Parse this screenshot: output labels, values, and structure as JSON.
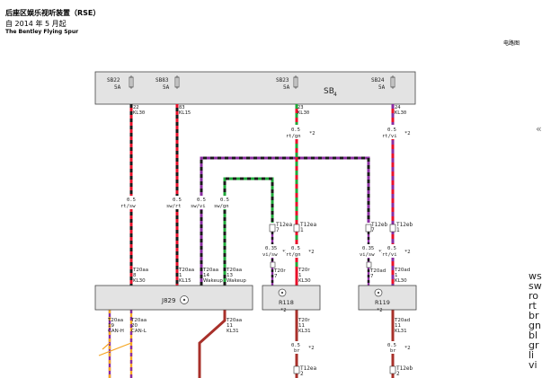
{
  "header": {
    "title": "后座区娱乐视听装置（RSE）",
    "subtitle": "自 2014 年 5 月起",
    "model": "The Bentley Flying Spur",
    "right_label": "电路图"
  },
  "fuse_box": {
    "label": "SB",
    "sub": "4",
    "fuses": [
      {
        "id": "SB22",
        "amp": "5A",
        "pin": "22",
        "term": "KL30"
      },
      {
        "id": "SB83",
        "amp": "5A",
        "pin": "83",
        "term": "KL15"
      },
      {
        "id": "SB23",
        "amp": "5A",
        "pin": "23",
        "term": "KL30"
      },
      {
        "id": "SB24",
        "amp": "5A",
        "pin": "24",
        "term": "KL30"
      }
    ]
  },
  "wire_labels": {
    "w1": {
      "size": "0.5",
      "color": "rt/sw"
    },
    "w2": {
      "size": "0.5",
      "color": "sw/rt"
    },
    "w3": {
      "size": "0.5",
      "color": "sw/vi"
    },
    "w4": {
      "size": "0.5",
      "color": "sw/gn"
    },
    "w5": {
      "size": "0.5",
      "color": "rt/gn",
      "note": "*2"
    },
    "w6": {
      "size": "0.5",
      "color": "rt/vi",
      "note": "*2"
    },
    "w7": {
      "size": "0.35",
      "color": "vi/sw",
      "note": "*2"
    },
    "w8": {
      "size": "0.5",
      "color": "rt/gn",
      "note": "*2"
    },
    "w9": {
      "size": "0.35",
      "color": "vi/sw",
      "note": "*2"
    },
    "w10": {
      "size": "0.5",
      "color": "rt/vi",
      "note": "*2"
    },
    "w11": {
      "size": "0.5",
      "color": "br",
      "note": "*2"
    },
    "w12": {
      "size": "0.5",
      "color": "br",
      "note": "*2"
    }
  },
  "connectors": {
    "c_t12ea7": {
      "id": "T12ea",
      "pin": "7"
    },
    "c_t12ea1": {
      "id": "T12ea",
      "pin": "1"
    },
    "c_t12eb7": {
      "id": "T12eb",
      "pin": "7"
    },
    "c_t12eb1": {
      "id": "T12eb",
      "pin": "1"
    },
    "c_t12ea2": {
      "id": "T12ea",
      "pin": "2"
    },
    "c_t12eb2": {
      "id": "T12eb",
      "pin": "2"
    }
  },
  "modules": {
    "j829": {
      "label": "J829",
      "top_pins": [
        {
          "conn": "T20aa",
          "pin": "8",
          "term": "KL30"
        },
        {
          "conn": "T20aa",
          "pin": "1",
          "term": "KL15"
        },
        {
          "conn": "T20aa",
          "pin": "14",
          "term": "Wakeup"
        },
        {
          "conn": "T20aa",
          "pin": "13",
          "term": "Wakeup"
        }
      ],
      "bottom_pins": [
        {
          "conn": "T20aa",
          "pin": "19",
          "term": "CAN-H"
        },
        {
          "conn": "T20aa",
          "pin": "20",
          "term": "CAN-L"
        },
        {
          "conn": "T20aa",
          "pin": "11",
          "term": "KL31"
        }
      ]
    },
    "r118": {
      "label": "R118",
      "note": "*2",
      "top_pins": [
        {
          "conn": "T20r",
          "pin": "7",
          "term": ""
        },
        {
          "conn": "T20r",
          "pin": "1",
          "term": "KL30"
        }
      ],
      "bottom_pins": [
        {
          "conn": "T20r",
          "pin": "11",
          "term": "KL31"
        }
      ]
    },
    "r119": {
      "label": "R119",
      "note": "*2",
      "top_pins": [
        {
          "conn": "T20ad",
          "pin": "7",
          "term": ""
        },
        {
          "conn": "T20ad",
          "pin": "1",
          "term": "KL30"
        }
      ],
      "bottom_pins": [
        {
          "conn": "T20ad",
          "pin": "11",
          "term": "KL31"
        }
      ]
    }
  },
  "legend": [
    "ws",
    "sw",
    "ro",
    "rt",
    "br",
    "gn",
    "bl",
    "gr",
    "li",
    "vi"
  ],
  "colors": {
    "red": "#e8102a",
    "black": "#1a1a1a",
    "purple": "#8a2da0",
    "green": "#1fa83a",
    "brown": "#a8302a",
    "orange": "#f5a623",
    "white": "#ffffff",
    "box_fill": "#e3e3e3",
    "box_stroke": "#444444"
  }
}
